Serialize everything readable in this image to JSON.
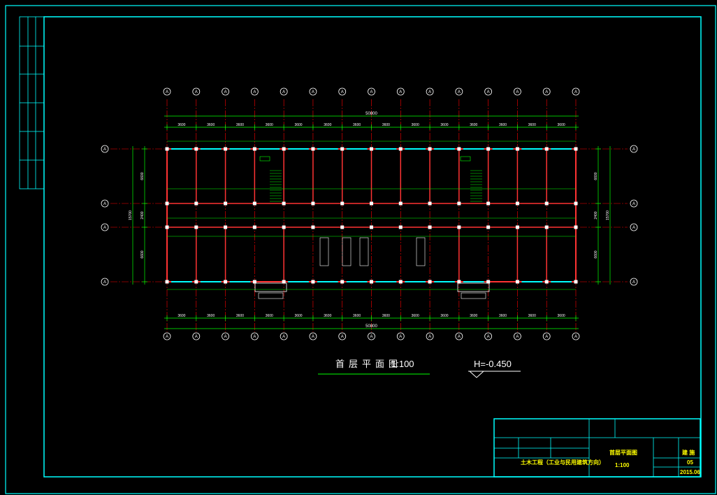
{
  "drawing": {
    "title_cn": "首层平面图",
    "scale": "1:100",
    "elevation": "H=-0.450",
    "total_dimension": "50800",
    "bay_dimensions": [
      "3600",
      "3600",
      "3600",
      "3600",
      "3600",
      "3600",
      "3600",
      "3600",
      "3600",
      "3600",
      "3600",
      "3600",
      "3600",
      "3600"
    ],
    "left_dims": [
      "6600",
      "2400",
      "6600"
    ],
    "left_total": "15700",
    "right_dims": [
      "6600",
      "2400",
      "6600"
    ],
    "right_total": "15700",
    "axis_labels_top": [
      "A",
      "A",
      "A",
      "A",
      "A",
      "A",
      "A",
      "A",
      "A",
      "A",
      "A",
      "A",
      "A",
      "A",
      "A"
    ],
    "axis_labels_side": [
      "A",
      "A",
      "A",
      "A"
    ]
  },
  "title_block": {
    "project": "土木工程（工业与民用建筑方向）",
    "drawing_name": "首层平面图",
    "scale": "1:100",
    "code_label": "建 施",
    "sheet_no": "05",
    "date": "2015.06"
  },
  "colors": {
    "frame": "#00ffff",
    "walls": "#ff3333",
    "axes": "#ff0000",
    "dimensions": "#00ff00",
    "text": "#ffffff",
    "titleblock_text": "#ffff00"
  }
}
